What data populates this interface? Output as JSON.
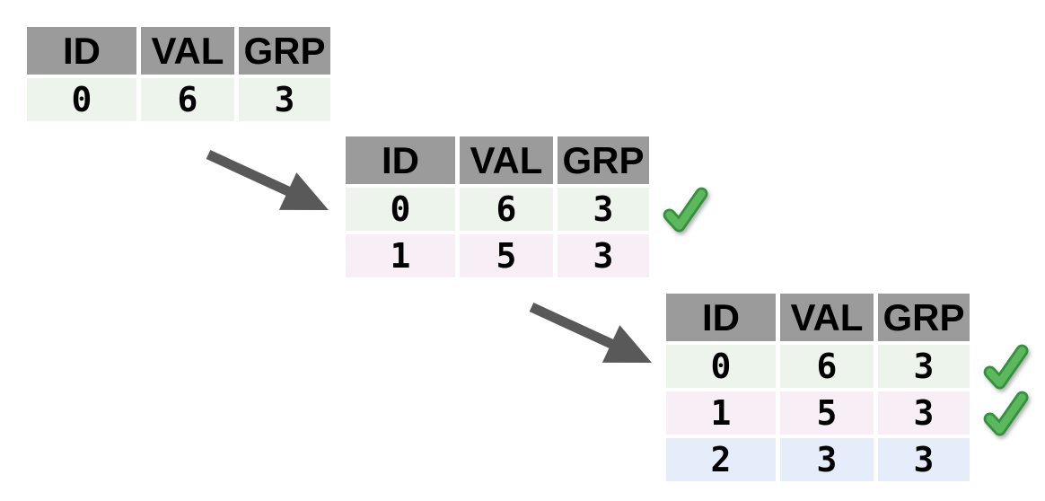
{
  "diagram": {
    "description": "incremental-table-growth-with-validated-rows",
    "background": "#ffffff",
    "colors": {
      "header_bg": "#9b9b9b",
      "row_green": "#edf4ec",
      "row_pink": "#f7eff5",
      "row_blue": "#e6edfa",
      "arrow": "#595959",
      "check_fill": "#5cb85c",
      "check_outline": "#33913c",
      "text": "#000000"
    },
    "columns": [
      "ID",
      "VAL",
      "GRP"
    ],
    "tables": [
      {
        "name": "step-1",
        "rows": [
          {
            "cells": [
              "0",
              "6",
              "3"
            ],
            "tone": "green",
            "checked": false
          }
        ]
      },
      {
        "name": "step-2",
        "rows": [
          {
            "cells": [
              "0",
              "6",
              "3"
            ],
            "tone": "green",
            "checked": true
          },
          {
            "cells": [
              "1",
              "5",
              "3"
            ],
            "tone": "pink",
            "checked": false
          }
        ]
      },
      {
        "name": "step-3",
        "rows": [
          {
            "cells": [
              "0",
              "6",
              "3"
            ],
            "tone": "green",
            "checked": true
          },
          {
            "cells": [
              "1",
              "5",
              "3"
            ],
            "tone": "pink",
            "checked": true
          },
          {
            "cells": [
              "2",
              "3",
              "3"
            ],
            "tone": "blue",
            "checked": false
          }
        ]
      }
    ],
    "icons": {
      "arrow": "arrow-icon",
      "check": "check-icon"
    }
  }
}
